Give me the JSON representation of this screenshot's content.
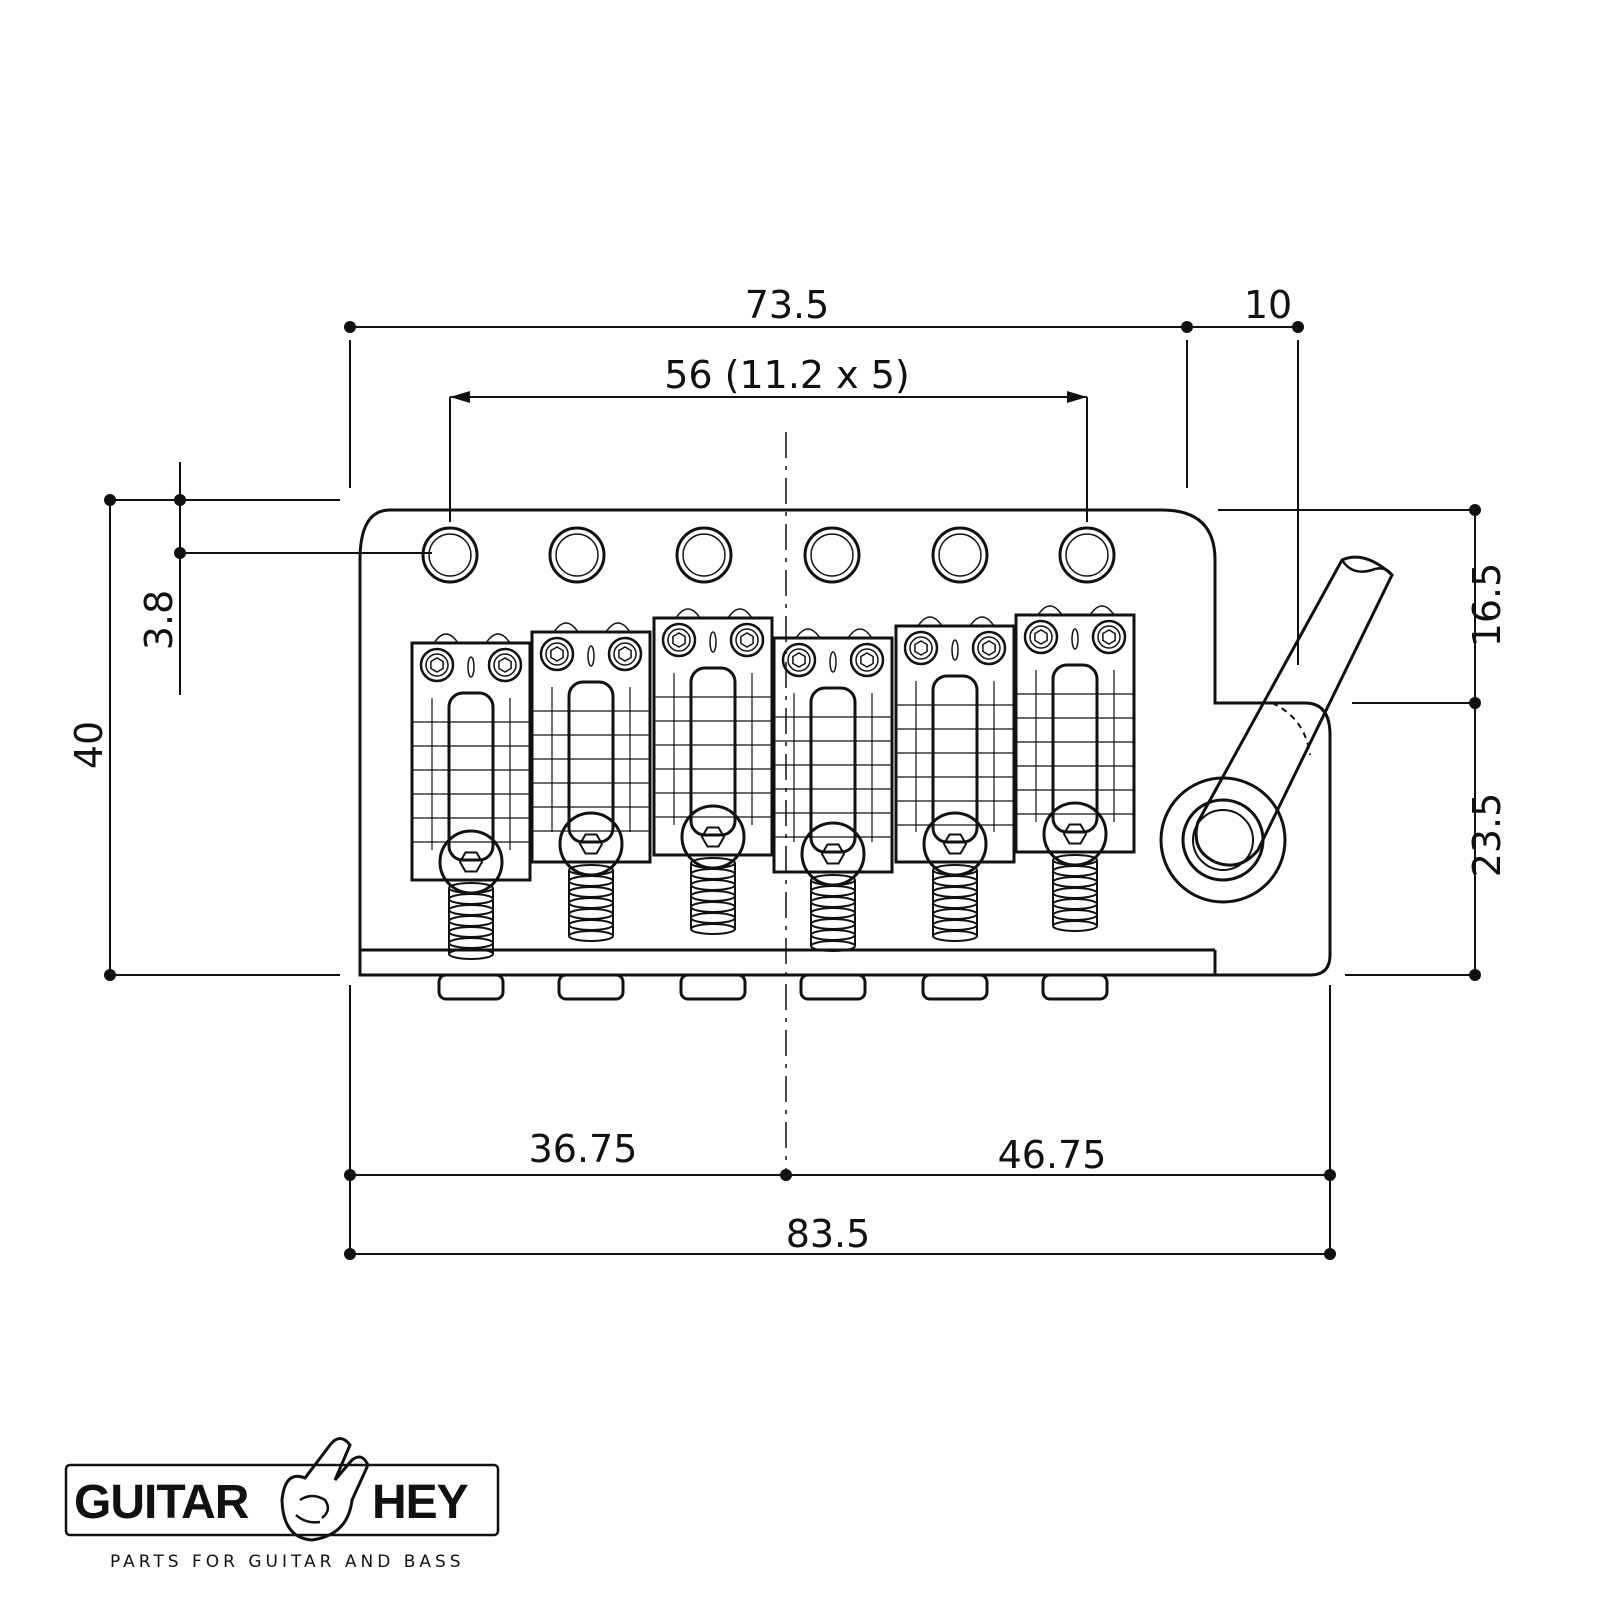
{
  "dimensions": {
    "top_width": "73.5",
    "arm_offset": "10",
    "string_spacing": "56 (11.2 x 5)",
    "hole_offset": "3.8",
    "total_height": "40",
    "upper_height": "16.5",
    "lower_height": "23.5",
    "left_to_center": "36.75",
    "center_to_right": "46.75",
    "bottom_width": "83.5"
  },
  "logo": {
    "left_word": "GUITAR",
    "right_word": "HEY",
    "tagline": "PARTS FOR GUITAR AND BASS"
  }
}
